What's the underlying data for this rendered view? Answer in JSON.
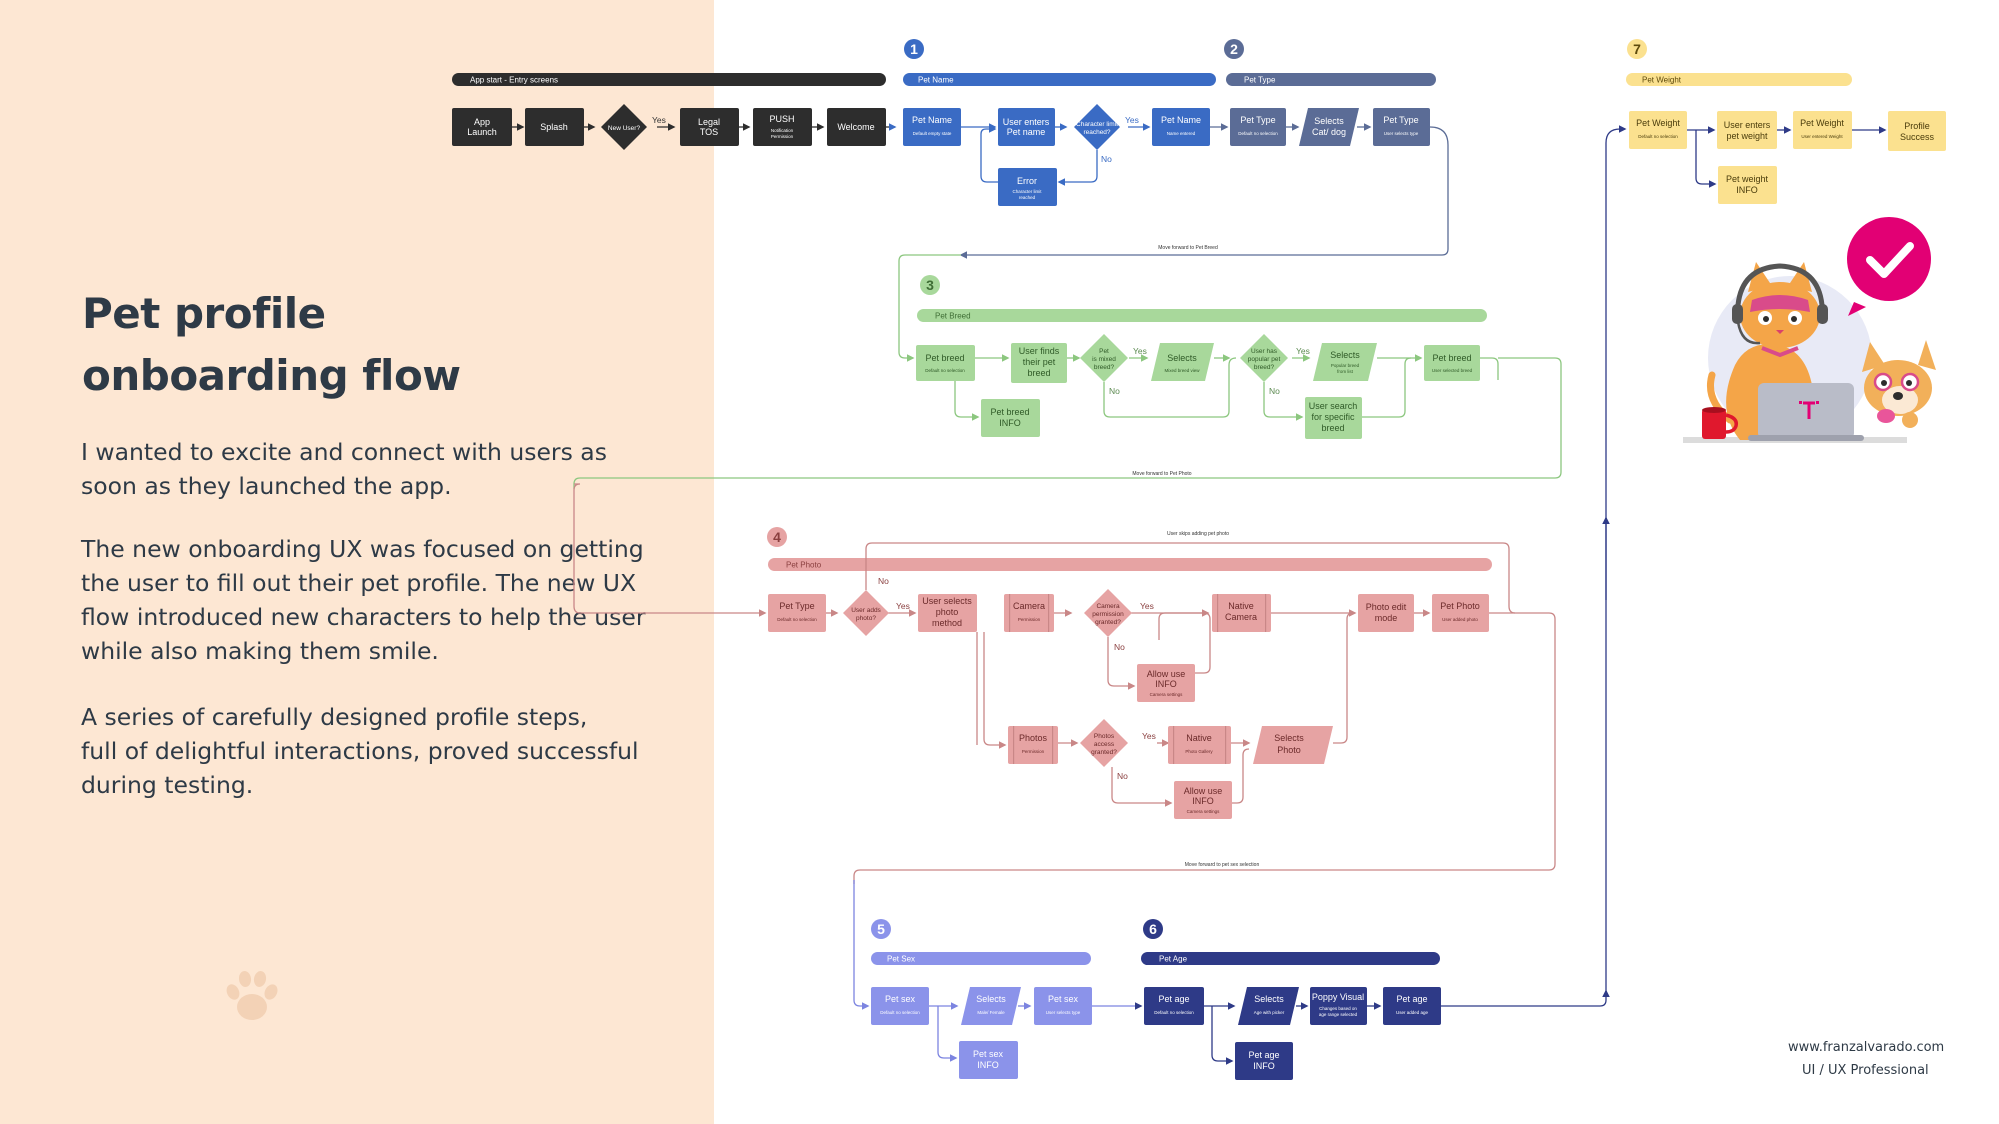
{
  "heading": {
    "line1": "Pet profile",
    "line2": "onboarding flow"
  },
  "intro": {
    "p1": [
      "I wanted to excite and connect with users as",
      "soon as they launched the app."
    ],
    "p2": [
      "The new onboarding UX was focused on getting",
      "the user to fill out their pet profile. The new UX",
      "flow introduced new characters to help the user",
      "while also making them smile."
    ],
    "p3": [
      "A series of carefully designed profile steps,",
      "full of delightful interactions, proved successful",
      "during testing."
    ]
  },
  "footer": {
    "website": "www.franzalvarado.com",
    "role": "UI / UX Professional"
  },
  "colors": {
    "left_bg": "#fde7d3",
    "entry": "#2d2d2d",
    "pet_name": "#3a6bc4",
    "pet_type": "#5b6c96",
    "pet_breed": "#a8d89b",
    "pet_photo": "#e6a3a3",
    "pet_sex": "#8b93ea",
    "pet_age": "#2e3a87",
    "pet_weight": "#fbe18f"
  },
  "icons": [
    "paw-icon",
    "check-badge-icon",
    "cat-headset-illustration",
    "laptop-icon",
    "coffee-mug-icon",
    "dog-illustration"
  ],
  "flow": {
    "labels": {
      "yes": "Yes",
      "no": "No"
    },
    "entry": {
      "section": "App start - Entry screens",
      "app_launch": [
        "App",
        "Launch"
      ],
      "splash": "Splash",
      "new_user": "New User?",
      "legal": [
        "Legal",
        "TOS"
      ],
      "push": "PUSH",
      "push_sub": [
        "Notification",
        "Permission"
      ],
      "welcome": "Welcome"
    },
    "step1": {
      "num": "1",
      "section": "Pet Name",
      "pet_name": "Pet Name",
      "pet_name_sub": "Default empty state",
      "user_enters": [
        "User enters",
        "Pet name"
      ],
      "char_limit": [
        "Character limit",
        "reached?"
      ],
      "pet_name_done": "Pet Name",
      "pet_name_done_sub": "Name entered",
      "error": "Error",
      "error_sub": [
        "Character limit",
        "reached"
      ],
      "move": "Move forward to Pet Breed"
    },
    "step2": {
      "num": "2",
      "section": "Pet Type",
      "pet_type": "Pet Type",
      "pet_type_sub": "Default no selection",
      "selects": [
        "Selects",
        "Cat/ dog"
      ],
      "pet_type_done": "Pet Type",
      "pet_type_done_sub": "User selects type"
    },
    "step3": {
      "num": "3",
      "section": "Pet Breed",
      "pet_breed": "Pet breed",
      "pet_breed_sub": "Default no selection",
      "user_finds": [
        "User finds",
        "their pet",
        "breed"
      ],
      "mixed": [
        "Pet",
        "is mixed",
        "breed?"
      ],
      "selects_mixed": "Selects",
      "selects_mixed_sub": "Mixed breed view",
      "popular": [
        "User has",
        "popular pet",
        "breed?"
      ],
      "selects_pop": "Selects",
      "selects_pop_sub": [
        "Popular breed",
        "from list"
      ],
      "pet_breed_done": "Pet breed",
      "pet_breed_done_sub": "User selected breed",
      "breed_info": [
        "Pet breed",
        "INFO"
      ],
      "user_search": [
        "User search",
        "for specific",
        "breed"
      ],
      "move": "Move forward to Pet Photo"
    },
    "step4": {
      "num": "4",
      "section": "Pet Photo",
      "skip": "User skips adding pet photo",
      "pet_type": "Pet Type",
      "pet_type_sub": "Default no selection",
      "adds_photo": [
        "User adds",
        "photo?"
      ],
      "selects_method": [
        "User selects",
        "photo",
        "method"
      ],
      "camera": "Camera",
      "camera_sub": "Permission",
      "cam_perm": [
        "Camera",
        "permission",
        "granted?"
      ],
      "native_camera": [
        "Native",
        "Camera"
      ],
      "photo_edit": [
        "Photo edit",
        "mode"
      ],
      "pet_photo": "Pet Photo",
      "pet_photo_sub": "User added photo",
      "allow_cam": [
        "Allow use",
        "INFO"
      ],
      "allow_cam_sub": "Camera settings",
      "photos": "Photos",
      "photos_sub": "Permission",
      "photos_perm": [
        "Photos",
        "access",
        "granted?"
      ],
      "native_gallery": "Native",
      "native_gallery_sub": "Photo Gallery",
      "selects_photo": [
        "Selects",
        "Photo"
      ],
      "allow_photo": [
        "Allow use",
        "INFO"
      ],
      "allow_photo_sub": "Camera settings",
      "move": "Move forward to pet sex selection"
    },
    "step5": {
      "num": "5",
      "section": "Pet Sex",
      "pet_sex": "Pet sex",
      "pet_sex_sub": "Default no selection",
      "selects": "Selects",
      "selects_sub": "Male/ Female",
      "pet_sex_done": "Pet sex",
      "pet_sex_done_sub": "User selects type",
      "info": [
        "Pet sex",
        "INFO"
      ]
    },
    "step6": {
      "num": "6",
      "section": "Pet Age",
      "pet_age": "Pet age",
      "pet_age_sub": "Default no selection",
      "selects": "Selects",
      "selects_sub": "Age with picker",
      "poppy": "Poppy Visual",
      "poppy_sub": [
        "Changes based on",
        "age range selected"
      ],
      "pet_age_done": "Pet age",
      "pet_age_done_sub": "User added age",
      "info": [
        "Pet age",
        "INFO"
      ]
    },
    "step7": {
      "num": "7",
      "section": "Pet Weight",
      "pet_weight": "Pet Weight",
      "pet_weight_sub": "Default no selection",
      "user_enters": [
        "User enters",
        "pet weight"
      ],
      "pet_weight_done": "Pet Weight",
      "pet_weight_done_sub": "User entered Weight",
      "info": [
        "Pet weight",
        "INFO"
      ],
      "success": [
        "Profile",
        "Success"
      ]
    }
  }
}
